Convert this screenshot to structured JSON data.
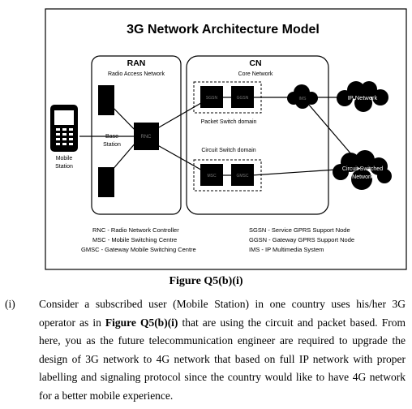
{
  "diagram": {
    "title": "3G Network Architecture Model",
    "ran": {
      "title": "RAN",
      "subtitle": "Radio Access Network"
    },
    "cn": {
      "title": "CN",
      "subtitle": "Core Network"
    },
    "packet_domain": "Packet Switch domain",
    "circuit_domain": "Circuit Switch domain",
    "base_station": [
      "Base",
      "Station"
    ],
    "mobile_station": [
      "Mobile",
      "Station"
    ],
    "rnc": "RNC",
    "sgsn": "SGSN",
    "ggsn": "GGSN",
    "msc": "MSC",
    "gmsc": "GMSC",
    "ims": "IMS",
    "ip_network": "IP Network",
    "circuit_switched_network": [
      "Circuit Switched",
      "Network"
    ],
    "legend_left": [
      "RNC - Radio Network Controller",
      "MSC - Mobile Switching Centre",
      "GMSC - Gateway Mobile Switching Centre"
    ],
    "legend_right": [
      "SGSN - Service GPRS Support Node",
      "GGSN - Gateway GPRS Support Node",
      "IMS - IP Multimedia System"
    ]
  },
  "caption": "Figure Q5(b)(i)",
  "question": {
    "number": "(i)",
    "text_before": "Consider a subscribed user (Mobile Station) in one country uses his/her 3G operator as in ",
    "text_ref": "Figure Q5(b)(i)",
    "text_after": " that are using the circuit and packet based. From here, you as the future telecommunication engineer are required to upgrade the design of 3G network to 4G network that based on full IP network with proper labelling and signaling protocol since the country would like to have 4G network for a better mobile experience."
  }
}
